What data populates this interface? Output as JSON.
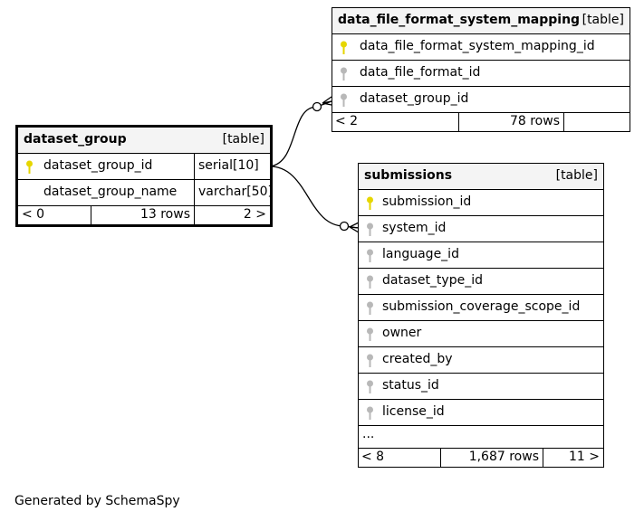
{
  "tables": {
    "dataset_group": {
      "name": "dataset_group",
      "type": "[table]",
      "columns": [
        {
          "name": "dataset_group_id",
          "type": "serial[10]",
          "key": "primary-key-icon"
        },
        {
          "name": "dataset_group_name",
          "type": "varchar[50]",
          "key": ""
        }
      ],
      "footer": {
        "parents": "< 0",
        "rows": "13 rows",
        "children": "2 >"
      }
    },
    "data_file_format_system_mapping": {
      "name": "data_file_format_system_mapping",
      "type": "[table]",
      "columns": [
        {
          "name": "data_file_format_system_mapping_id",
          "key": "primary-key-icon"
        },
        {
          "name": "data_file_format_id",
          "key": "foreign-key-icon"
        },
        {
          "name": "dataset_group_id",
          "key": "foreign-key-icon"
        }
      ],
      "footer": {
        "parents": "< 2",
        "rows": "78 rows",
        "children": ""
      }
    },
    "submissions": {
      "name": "submissions",
      "type": "[table]",
      "columns": [
        {
          "name": "submission_id",
          "key": "primary-key-icon"
        },
        {
          "name": "system_id",
          "key": "foreign-key-icon"
        },
        {
          "name": "language_id",
          "key": "foreign-key-icon"
        },
        {
          "name": "dataset_type_id",
          "key": "foreign-key-icon"
        },
        {
          "name": "submission_coverage_scope_id",
          "key": "foreign-key-icon"
        },
        {
          "name": "owner",
          "key": "foreign-key-icon"
        },
        {
          "name": "created_by",
          "key": "foreign-key-icon"
        },
        {
          "name": "status_id",
          "key": "foreign-key-icon"
        },
        {
          "name": "license_id",
          "key": "foreign-key-icon"
        }
      ],
      "more": "...",
      "footer": {
        "parents": "< 8",
        "rows": "1,687 rows",
        "children": "11 >"
      }
    }
  },
  "colors": {
    "primary_key": "#e6d600",
    "foreign_key": "#b8b8b8",
    "header_bg": "#f4f4f4"
  },
  "generated_by": "Generated by SchemaSpy"
}
